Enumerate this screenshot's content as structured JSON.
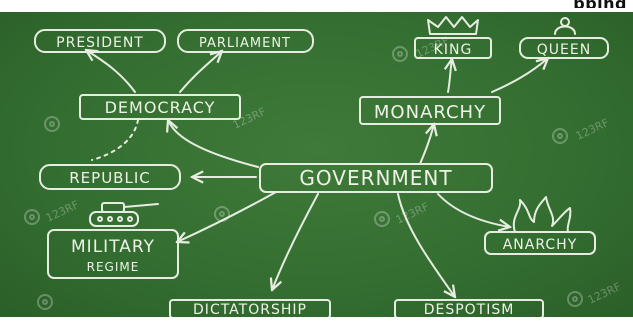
{
  "header": {
    "title_fragment": "pping"
  },
  "diagram": {
    "center": "GOVERNMENT",
    "nodes": {
      "president": "PRESIDENT",
      "parliament": "PARLIAMENT",
      "democracy": "DEMOCRACY",
      "republic": "REPUBLIC",
      "military_line1": "MILITARY",
      "military_line2": "REGIME",
      "dictatorship": "DICTATORSHIP",
      "despotism": "DESPOTISM",
      "anarchy": "ANARCHY",
      "monarchy": "MONARCHY",
      "king": "KING",
      "queen": "QUEEN"
    },
    "chalk_color": "#eef3e6",
    "board_color": "#346f31"
  },
  "watermark": {
    "text": "123RF"
  }
}
